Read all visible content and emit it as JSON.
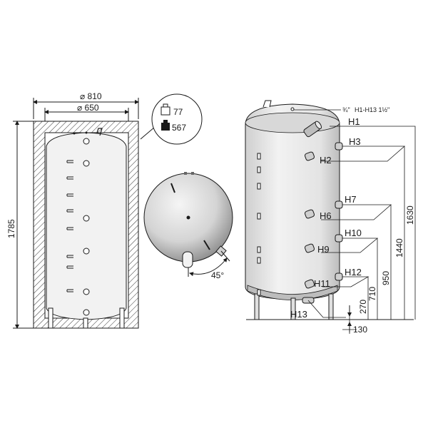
{
  "front_view": {
    "outer_diameter": "⌀ 810",
    "inner_diameter": "⌀ 650",
    "height": "1785"
  },
  "weights_callout": {
    "empty_weight": "77",
    "filled_weight": "567",
    "icons": [
      "weight-empty-icon",
      "weight-full-icon"
    ]
  },
  "top_view": {
    "angle": "45°"
  },
  "side_view": {
    "thread_note_a": "¾\"",
    "thread_note_b": "H1-H13 1½\"",
    "connections": {
      "H1": "H1",
      "H2": "H2",
      "H3": "H3",
      "H6": "H6",
      "H7": "H7",
      "H9": "H9",
      "H10": "H10",
      "H11": "H11",
      "H12": "H12",
      "H13": "H13"
    },
    "dimensions": {
      "d1630": "1630",
      "d1440": "1440",
      "d950": "950",
      "d710": "710",
      "d270": "270",
      "d130": "130"
    }
  },
  "colors": {
    "line": "#1a1a1a",
    "tank_fill": "#e6e6e6",
    "tank_dark": "#8c8c8c",
    "hatch": "#333333"
  }
}
